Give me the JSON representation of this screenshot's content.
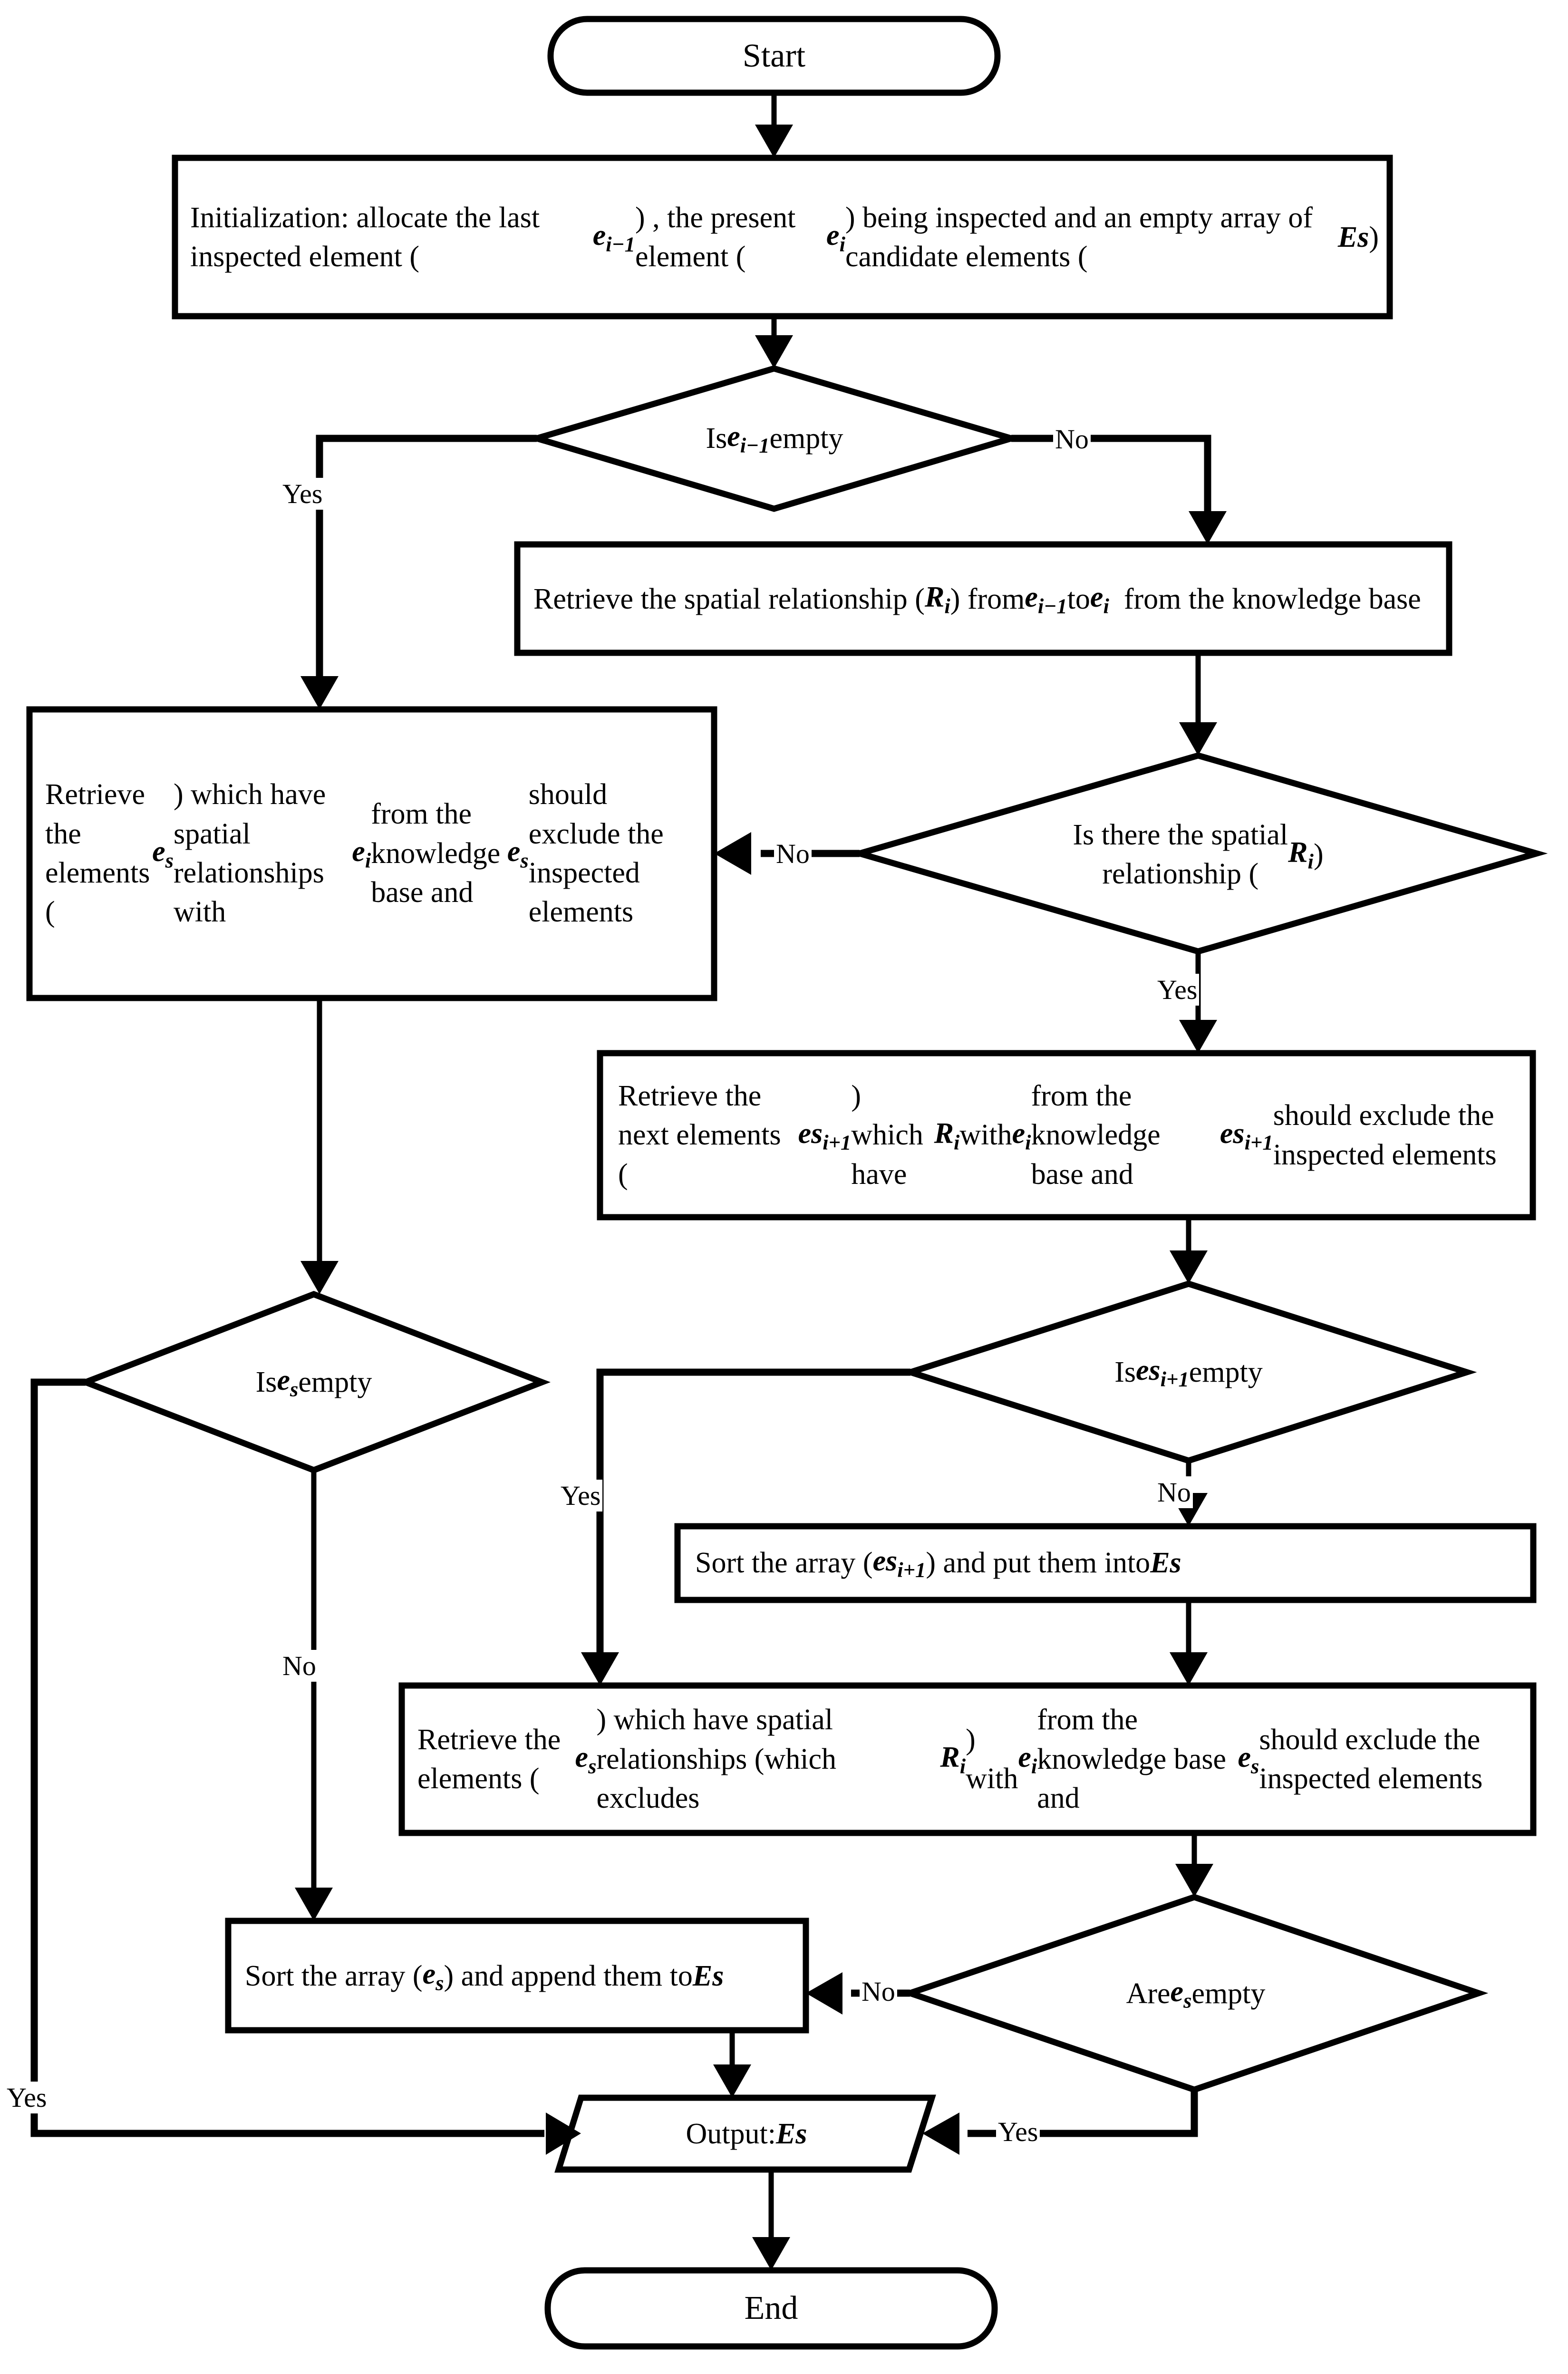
{
  "diagram": {
    "title": "Candidate element retrieval flowchart",
    "type": "flowchart",
    "background": "#ffffff",
    "line_color": "#000000"
  },
  "nodes": {
    "start": {
      "shape": "terminator",
      "text": "Start"
    },
    "init": {
      "shape": "process",
      "text_plain": "Initialization: allocate the last inspected element (ei-1) , the present element (ei) being inspected and an empty array of candidate elements (Es)",
      "html": "Initialization: allocate the last inspected element (<span class=\"v\">e<sub>i&#8722;1</sub></span>) , the present element (<span class=\"v\">e<sub>i</sub></span>) being inspected and an empty array of candidate elements (<span class=\"v\">Es</span>)"
    },
    "d_prev_empty": {
      "shape": "decision",
      "text_plain": "Is ei-1 empty",
      "html": "Is <span class=\"v\">e<sub>i&#8722;1</sub></span> empty"
    },
    "retrieve_rel": {
      "shape": "process",
      "text_plain": "Retrieve the spatial relationship (Ri) from ei-1 to ei from the knowledge base",
      "html": "Retrieve the spatial relationship (<span class=\"v\">R<sub>i</sub></span>) from <span class=\"v\">e<sub>i&#8722;1</sub></span> to <span class=\"v\">e<sub>i</sub></span>&nbsp; from the knowledge base"
    },
    "retrieve_es_left": {
      "shape": "process",
      "text_plain": "Retrieve the elements (es) which have spatial relationships with ei from the knowledge base and es should exclude the inspected elements",
      "html": "Retrieve the elements (<span class=\"v\">e<sub>s</sub></span>) which have spatial relationships with <span class=\"v\">e<sub>i</sub></span> from the knowledge base and <span class=\"v\">e<sub>s</sub></span> should exclude the inspected elements"
    },
    "d_rel_exists": {
      "shape": "decision",
      "text_plain": "Is there the spatial relationship (Ri)",
      "html": "Is there the spatial<br>relationship (<span class=\"v\">R<sub>i</sub></span>)"
    },
    "retrieve_next": {
      "shape": "process",
      "text_plain": "Retrieve the next elements (esi+1) which have Ri with ei from the knowledge base and esi+1 should exclude the inspected elements",
      "html": "Retrieve the next elements (<span class=\"v\">es<sub>i+1</sub></span>) which have <span class=\"v\">R<sub>i</sub></span> with <span class=\"v\">e<sub>i</sub></span> from the knowledge base and <span class=\"v\">es<sub>i+1</sub></span> should exclude the inspected elements"
    },
    "d_es_empty_left": {
      "shape": "decision",
      "text_plain": "Is es empty",
      "html": "Is <span class=\"v\">e<sub>s</sub></span> empty"
    },
    "d_esn_empty": {
      "shape": "decision",
      "text_plain": "Is esi+1 empty",
      "html": "Is <span class=\"v\">es<sub>i+1</sub></span> empty"
    },
    "sort_esn": {
      "shape": "process",
      "text_plain": "Sort the array (esi+1) and put them into Es",
      "html": "Sort the array (<span class=\"v\">es<sub>i+1</sub></span>) and put them into <span class=\"v\">Es</span>"
    },
    "retrieve_es_excl": {
      "shape": "process",
      "text_plain": "Retrieve the elements (es) which have spatial relationships (which excludes Ri ) with ei from the knowledge base and es should exclude the inspected elements",
      "html": "Retrieve the elements (<span class=\"v\">e<sub>s</sub></span>) which have spatial relationships (which excludes <span class=\"v\">R<sub>i</sub></span> ) with <span class=\"v\">e<sub>i</sub></span> from the knowledge base and <span class=\"v\">e<sub>s</sub></span> should exclude the inspected elements"
    },
    "sort_es": {
      "shape": "process",
      "text_plain": "Sort the array (es) and append them to Es",
      "html": "Sort the array (<span class=\"v\">e<sub>s</sub></span>) and append them to <span class=\"v\">Es</span>"
    },
    "d_are_es_empty": {
      "shape": "decision",
      "text_plain": "Are es empty",
      "html": "Are <span class=\"v\">e<sub>s</sub></span> empty"
    },
    "output": {
      "shape": "data",
      "text_plain": "Output: Es",
      "html": "Output: <span class=\"v\">Es</span>"
    },
    "end": {
      "shape": "terminator",
      "text": "End"
    }
  },
  "edge_labels": {
    "prev_empty_yes": "Yes",
    "prev_empty_no": "No",
    "rel_exists_no": "No",
    "rel_exists_yes": "Yes",
    "esn_empty_yes": "Yes",
    "esn_empty_no": "No",
    "es_empty_left_yes": "Yes",
    "es_empty_left_no": "No",
    "are_es_empty_no": "No",
    "are_es_empty_yes": "Yes"
  },
  "flow": [
    {
      "from": "start",
      "to": "init",
      "label": ""
    },
    {
      "from": "init",
      "to": "d_prev_empty",
      "label": ""
    },
    {
      "from": "d_prev_empty",
      "to": "retrieve_es_left",
      "label": "Yes"
    },
    {
      "from": "d_prev_empty",
      "to": "retrieve_rel",
      "label": "No"
    },
    {
      "from": "retrieve_rel",
      "to": "d_rel_exists",
      "label": ""
    },
    {
      "from": "d_rel_exists",
      "to": "retrieve_es_left",
      "label": "No"
    },
    {
      "from": "d_rel_exists",
      "to": "retrieve_next",
      "label": "Yes"
    },
    {
      "from": "retrieve_es_left",
      "to": "d_es_empty_left",
      "label": ""
    },
    {
      "from": "retrieve_next",
      "to": "d_esn_empty",
      "label": ""
    },
    {
      "from": "d_esn_empty",
      "to": "retrieve_es_excl",
      "label": "Yes"
    },
    {
      "from": "d_esn_empty",
      "to": "sort_esn",
      "label": "No"
    },
    {
      "from": "sort_esn",
      "to": "retrieve_es_excl",
      "label": ""
    },
    {
      "from": "d_es_empty_left",
      "to": "output",
      "label": "Yes"
    },
    {
      "from": "d_es_empty_left",
      "to": "sort_es",
      "label": "No"
    },
    {
      "from": "retrieve_es_excl",
      "to": "d_are_es_empty",
      "label": ""
    },
    {
      "from": "d_are_es_empty",
      "to": "sort_es",
      "label": "No"
    },
    {
      "from": "d_are_es_empty",
      "to": "output",
      "label": "Yes"
    },
    {
      "from": "sort_es",
      "to": "output",
      "label": ""
    },
    {
      "from": "output",
      "to": "end",
      "label": ""
    }
  ]
}
